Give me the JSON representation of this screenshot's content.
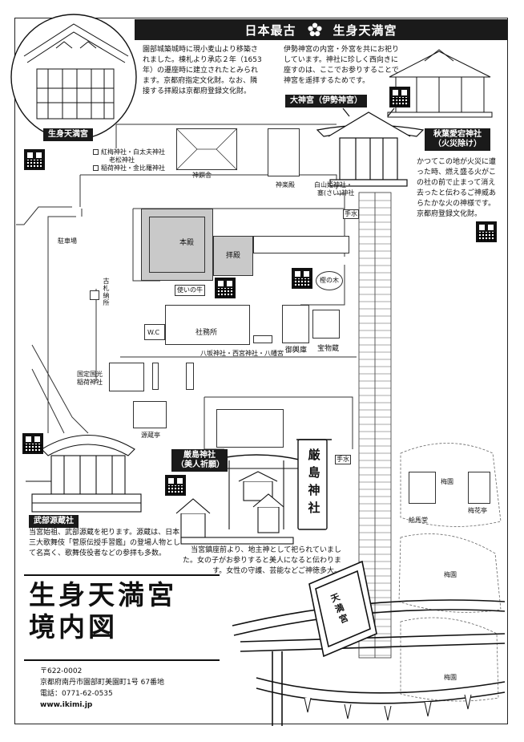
{
  "header": {
    "banner": "日本最古 ✿ 生身天満宮",
    "banner_left": "日本最古",
    "banner_right": "生身天満宮"
  },
  "intro_text": "園部城築城時に現小麦山より移築されました。棟札より承応２年（1653年）の遷座時に建立されたとみられます。京都府指定文化財。なお、隣接する拝殿は京都府登録文化財。",
  "tags": {
    "ikimi": "生身天満宮",
    "daijingu": "大神宮（伊勢神宮）",
    "akiba_1": "秋葉愛宕神社",
    "akiba_2": "（火災除け）",
    "itsukushima_1": "厳島神社",
    "itsukushima_2": "（美人祈願）",
    "takefu": "武部源蔵社"
  },
  "texts": {
    "daijingu": "伊勢神宮の内宮・外宮を共にお祀りしています。神社に珍しく西向きに座すのは、ここでお参りすることで神宮を遥拝するためです。",
    "akiba": "かつてこの地が火災に遭った時、燃え盛る火がこの社の前で止まって消え去ったと伝わるご神威あらたかな火の神様です。京都府登録文化財。",
    "itsukushima": "当宮鎮座前より、地主神として祀られていました。女の子がお参りすると美人になると伝わります。女性の守護、芸能などご神徳多大。",
    "takefu": "当宮始祖、武部源蔵を祀ります。源蔵は、日本三大歌舞伎「菅原伝授手習鑑」の登場人物として名高く、歌舞伎役者などの参拝も多数。"
  },
  "labels": {
    "kobai": "紅梅神社・白太夫神社",
    "oimatsu": "老松神社",
    "inari": "稲荷神社・金比羅神社",
    "shinsensha": "神饌舎",
    "kaguraden": "神楽殿",
    "shirayama": "白山姫神社・",
    "sai": "塞(さい)神社",
    "temizu": "手水",
    "temizu2": "手水",
    "parking": "駐車場",
    "honden": "本殿",
    "haiden": "拝殿",
    "tsukainoushi": "使いの牛",
    "kofuda": "古札納所",
    "kashi": "樫の木",
    "wc": "W.C",
    "shamusho": "社務所",
    "yasaka": "八坂神社・西宮神社・八幡宮",
    "mikoshi": "御輿庫",
    "homotsu": "宝物蔵",
    "kokko": "国定国光",
    "inari2": "稲荷神社",
    "genzotei": "源蔵亭",
    "baien1": "梅園",
    "baien2": "梅園",
    "baien3": "梅園",
    "emado": "絵馬堂",
    "baikatei": "梅花亭",
    "banner_vert": "厳島神社",
    "ema_plaque": "天満宮"
  },
  "title": {
    "line1": "生身天満宮",
    "line2": "境内図"
  },
  "address": {
    "zip": "〒622-0002",
    "addr": "京都府南丹市園部町美園町1号 67番地",
    "tel": "電話：0771-62-0535",
    "web": "www.ikimi.jp"
  }
}
